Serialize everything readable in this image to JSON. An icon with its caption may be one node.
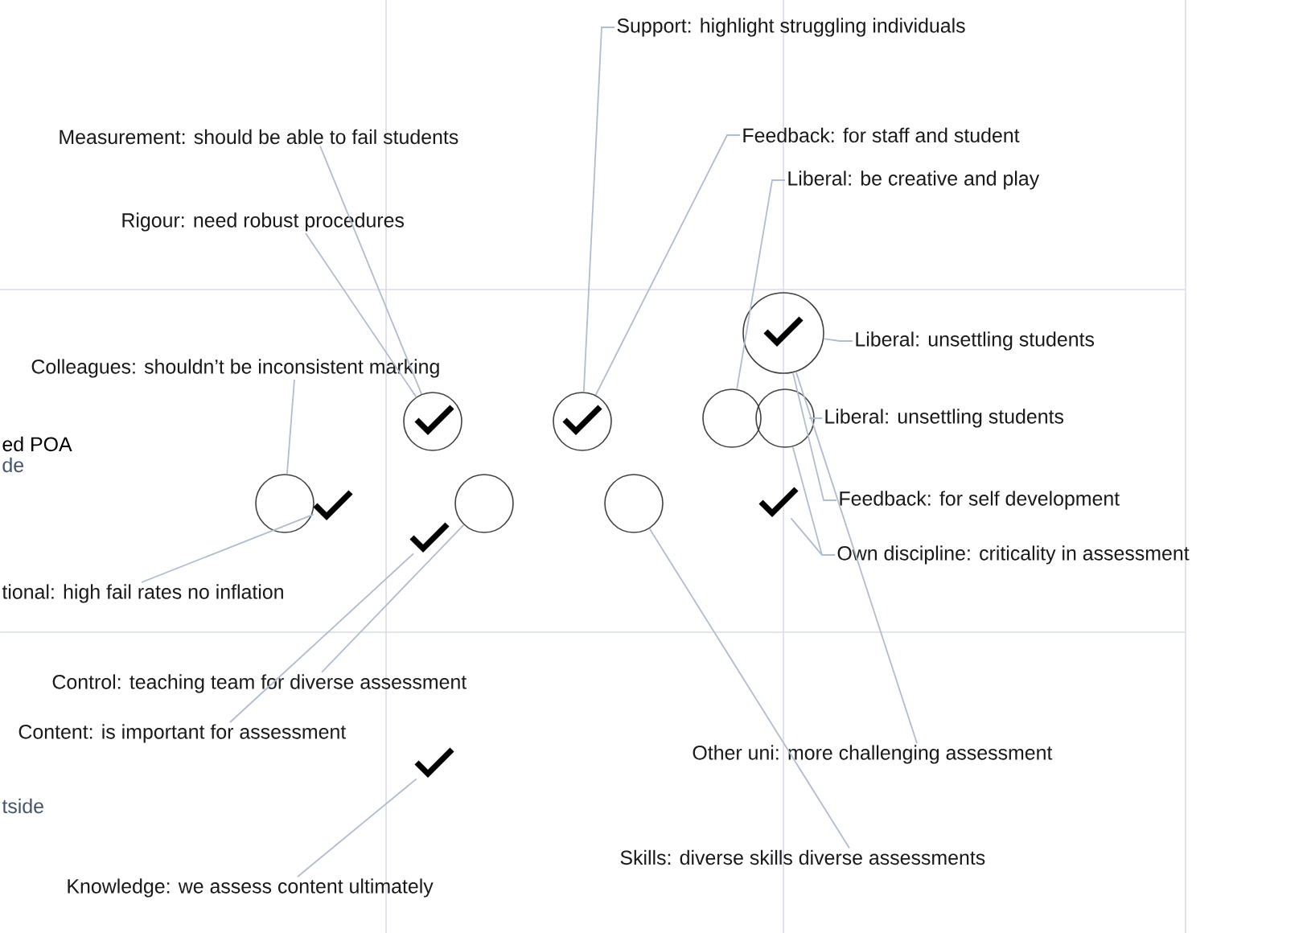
{
  "diagram": {
    "nodes": [
      {
        "text": [
          "Support: highlight struggling individuals"
        ]
      },
      {
        "text": [
          "Measurement: should be able to fail students"
        ]
      },
      {
        "text": [
          "Feedback: for staff and student"
        ]
      },
      {
        "text": [
          "Liberal: be creative and play"
        ]
      },
      {
        "text": [
          "Rigour: need robust procedures"
        ]
      },
      {
        "text": [
          "Colleagues: shouldn’t be inconsistent marking"
        ]
      },
      {
        "text": [
          "Liberal: unsettling students"
        ]
      },
      {
        "text": [
          "Liberal: unsettling students"
        ]
      },
      {
        "text": [
          "Feedback: for self development"
        ]
      },
      {
        "text": [
          "Own discipline: criticality in assessment"
        ]
      },
      {
        "text": [
          "tional: high fail rates no inflation"
        ]
      },
      {
        "text": [
          "Control: teaching team for diverse assessment"
        ]
      },
      {
        "text": [
          "Content: is important for assessment"
        ]
      },
      {
        "text": [
          "Other uni: more challenging assessment"
        ]
      },
      {
        "text": [
          "Skills: diverse skills diverse assessments"
        ]
      },
      {
        "text": [
          "Knowledge: we assess content ultimately"
        ]
      },
      {
        "text": [],
        "shape": "circle"
      },
      {
        "text": [],
        "shape": "check",
        "in": 16
      },
      {
        "text": [],
        "shape": "circle"
      },
      {
        "text": [],
        "shape": "check",
        "in": 18
      },
      {
        "text": [],
        "shape": "circle"
      },
      {
        "text": [],
        "shape": "check",
        "in": 20
      },
      {
        "text": [],
        "shape": "circle"
      },
      {
        "text": [],
        "shape": "circle"
      },
      {
        "text": [],
        "shape": "circle"
      },
      {
        "text": [],
        "shape": "check"
      },
      {
        "text": [],
        "shape": "circle"
      },
      {
        "text": [],
        "shape": "circle"
      },
      {
        "text": [],
        "shape": "check"
      },
      {
        "text": [],
        "shape": "check"
      },
      {
        "text": [],
        "shape": "check"
      }
    ],
    "edges": [
      {
        "from": 0,
        "to": 20,
        "arrow": "none"
      },
      {
        "from": 1,
        "to": 18,
        "arrow": "none"
      },
      {
        "from": 2,
        "to": 20,
        "arrow": "none"
      },
      {
        "from": 3,
        "to": 22,
        "arrow": "none"
      },
      {
        "from": 4,
        "to": 18,
        "arrow": "none"
      },
      {
        "from": 5,
        "to": 24,
        "arrow": "none"
      },
      {
        "from": 6,
        "to": 16,
        "arrow": "none"
      },
      {
        "from": 7,
        "to": 23,
        "arrow": "none"
      },
      {
        "from": 8,
        "to": 16,
        "arrow": "none"
      },
      {
        "from": 9,
        "to": 23,
        "arrow": "none"
      },
      {
        "from": 9,
        "to": 28,
        "arrow": "none"
      },
      {
        "from": 10,
        "to": 25,
        "arrow": "none"
      },
      {
        "from": 11,
        "to": 26,
        "arrow": "none"
      },
      {
        "from": 12,
        "to": 29,
        "arrow": "none"
      },
      {
        "from": 13,
        "to": 16,
        "arrow": "none"
      },
      {
        "from": 14,
        "to": 27,
        "arrow": "none"
      },
      {
        "from": 15,
        "to": 30,
        "arrow": "none"
      }
    ],
    "labels": [
      "ed POA",
      "de",
      "tside"
    ]
  }
}
